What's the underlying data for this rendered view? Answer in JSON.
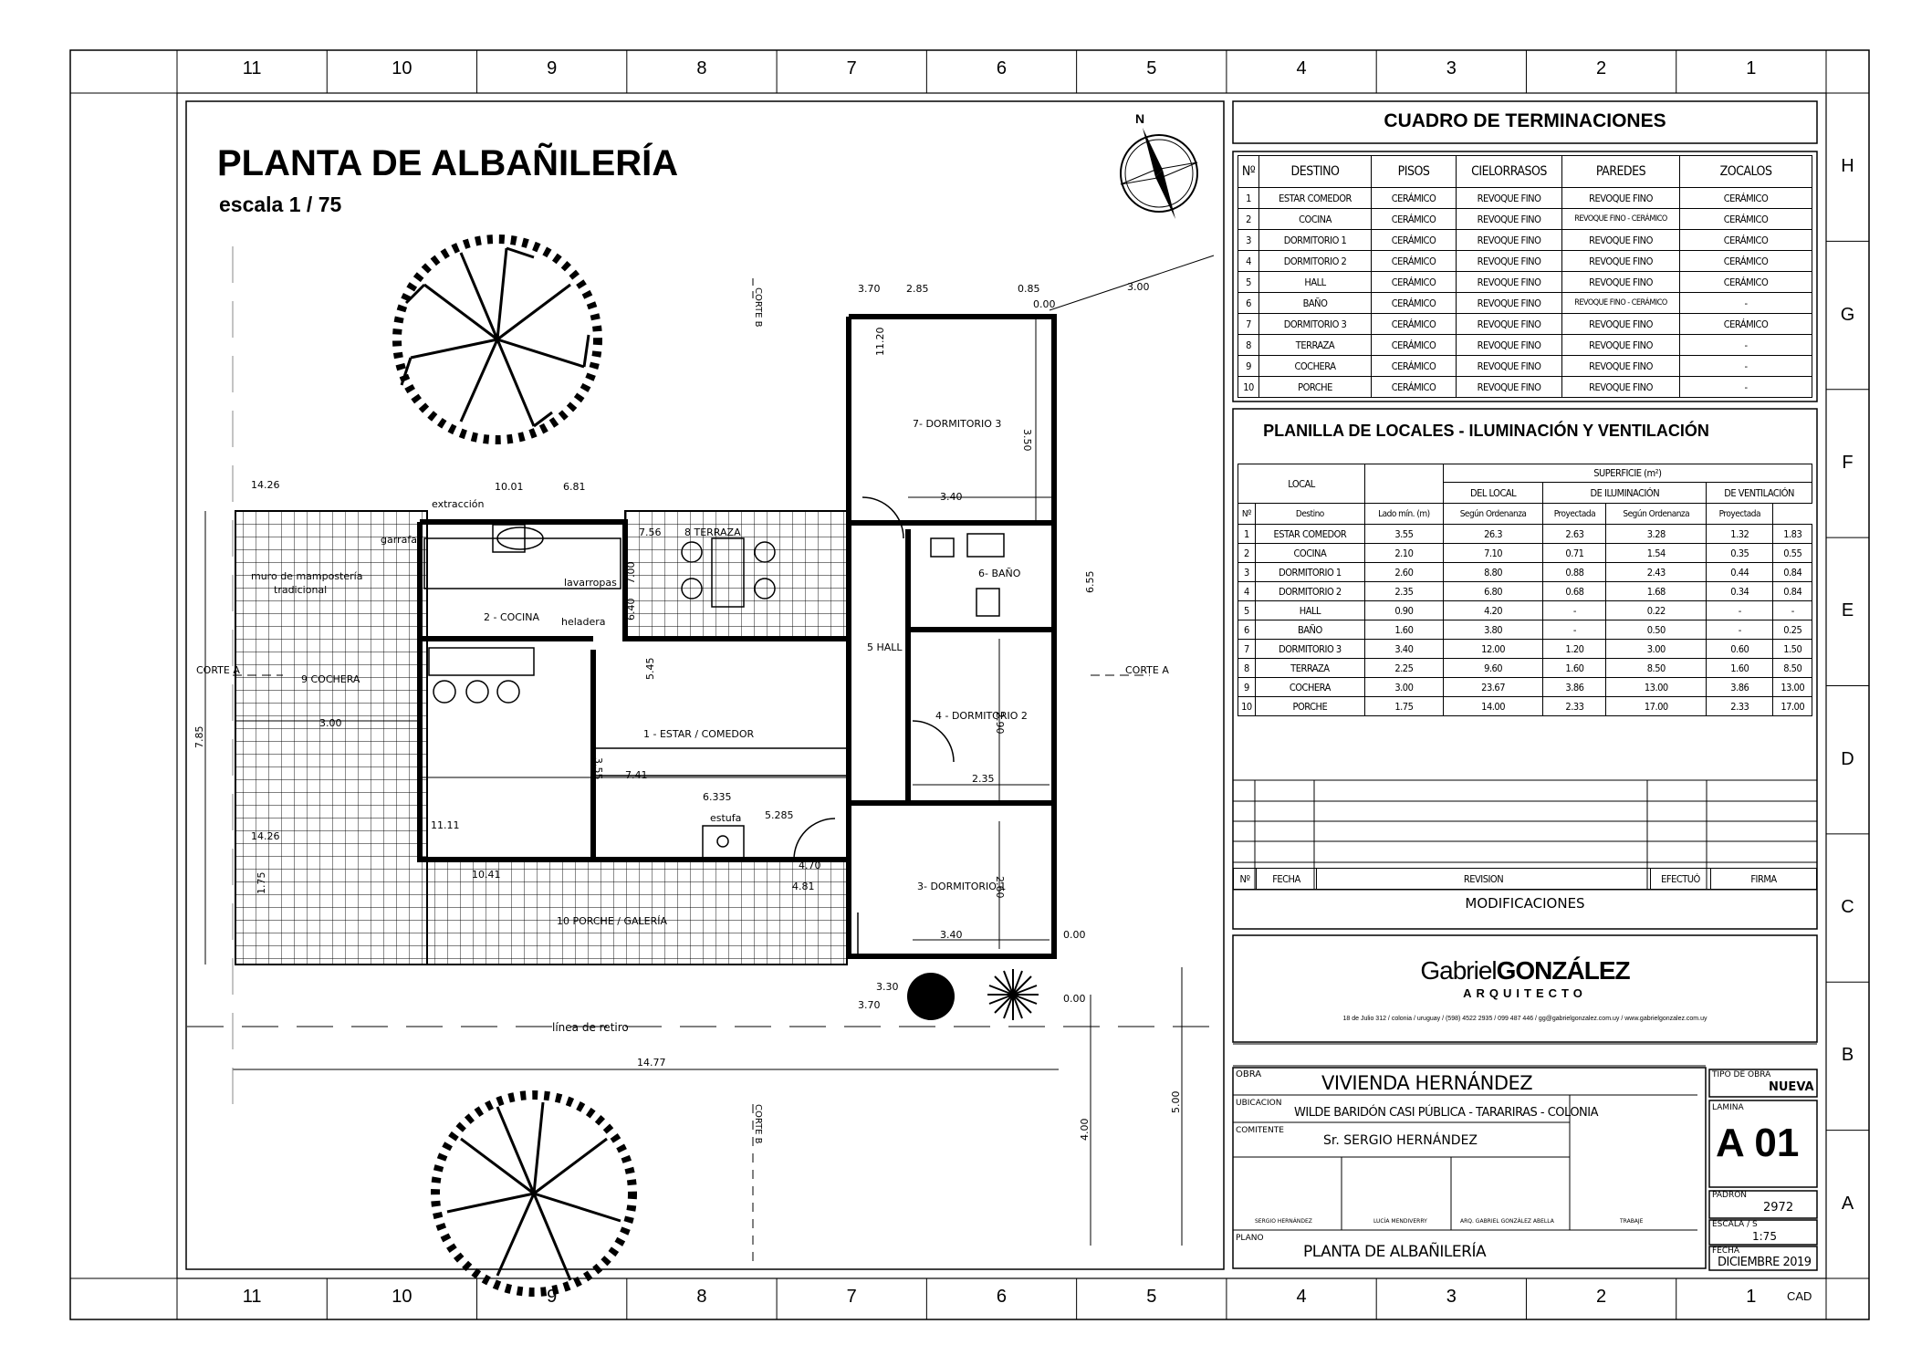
{
  "plan": {
    "title": "PLANTA DE ALBAÑILERÍA",
    "scale": "escala 1 / 75",
    "rooms": [
      {
        "label": "1 - ESTAR / COMEDOR"
      },
      {
        "label": "2 - COCINA"
      },
      {
        "label": "3- DORMITORIO 1"
      },
      {
        "label": "4 - DORMITORIO 2"
      },
      {
        "label": "5 HALL"
      },
      {
        "label": "6- BAÑO"
      },
      {
        "label": "7- DORMITORIO 3"
      },
      {
        "label": "8 TERRAZA"
      },
      {
        "label": "9 COCHERA"
      },
      {
        "label": "10 PORCHE / GALERÍA"
      }
    ],
    "notes": {
      "extraccion": "extracción",
      "garrafa": "garrafa",
      "muro": "muro de mampostería",
      "tradicional": "tradicional",
      "lavarropas": "lavarropas",
      "heladera": "heladera",
      "estufa": "estufa",
      "linea_retiro": "línea de retiro",
      "corte_a": "CORTE A",
      "corte_b": "CORTE B"
    },
    "dims": {
      "d1477": "14.77",
      "d785": "7.85",
      "d741": "7.41",
      "d300": "3.00",
      "d340": "3.40",
      "d235": "2.35",
      "d350": "3.50",
      "d290": "2.90",
      "d260": "2.60",
      "d355": "3.55",
      "d400": "4.00",
      "d500": "5.00",
      "d1426": "14.26",
      "d1001": "10.01",
      "d681": "6.81",
      "d756": "7.56",
      "d700": "7.00",
      "d640": "6.40",
      "d1111": "11.11",
      "d6335": "6.335",
      "d5285": "5.285",
      "d1041": "10.41",
      "d470": "4.70",
      "d481": "4.81",
      "d370": "3.70",
      "d285": "2.85",
      "d085": "0.85",
      "d000": "0.00",
      "d330": "3.30",
      "d1120": "11.20",
      "d655": "6.55",
      "d545": "5.45",
      "d175": "1.75",
      "d600": "3.00"
    }
  },
  "grid": {
    "cols": [
      "11",
      "10",
      "9",
      "8",
      "7",
      "6",
      "5",
      "4",
      "3",
      "2",
      "1"
    ],
    "rows": [
      "H",
      "G",
      "F",
      "E",
      "D",
      "C",
      "B",
      "A"
    ],
    "cad": "CAD"
  },
  "terminaciones": {
    "title": "CUADRO DE TERMINACIONES",
    "headers": [
      "Nº",
      "DESTINO",
      "PISOS",
      "CIELORRASOS",
      "PAREDES",
      "ZOCALOS"
    ],
    "rows": [
      [
        "1",
        "ESTAR COMEDOR",
        "CERÁMICO",
        "REVOQUE FINO",
        "REVOQUE FINO",
        "CERÁMICO"
      ],
      [
        "2",
        "COCINA",
        "CERÁMICO",
        "REVOQUE FINO",
        "REVOQUE FINO - CERÁMICO",
        "CERÁMICO"
      ],
      [
        "3",
        "DORMITORIO 1",
        "CERÁMICO",
        "REVOQUE FINO",
        "REVOQUE FINO",
        "CERÁMICO"
      ],
      [
        "4",
        "DORMITORIO 2",
        "CERÁMICO",
        "REVOQUE FINO",
        "REVOQUE FINO",
        "CERÁMICO"
      ],
      [
        "5",
        "HALL",
        "CERÁMICO",
        "REVOQUE FINO",
        "REVOQUE FINO",
        "CERÁMICO"
      ],
      [
        "6",
        "BAÑO",
        "CERÁMICO",
        "REVOQUE FINO",
        "REVOQUE FINO - CERÁMICO",
        "-"
      ],
      [
        "7",
        "DORMITORIO 3",
        "CERÁMICO",
        "REVOQUE FINO",
        "REVOQUE FINO",
        "CERÁMICO"
      ],
      [
        "8",
        "TERRAZA",
        "CERÁMICO",
        "REVOQUE FINO",
        "REVOQUE FINO",
        "-"
      ],
      [
        "9",
        "COCHERA",
        "CERÁMICO",
        "REVOQUE FINO",
        "REVOQUE FINO",
        "-"
      ],
      [
        "10",
        "PORCHE",
        "CERÁMICO",
        "REVOQUE FINO",
        "REVOQUE FINO",
        "-"
      ]
    ]
  },
  "locales": {
    "title": "PLANILLA DE LOCALES - ILUMINACIÓN Y VENTILACIÓN",
    "h_local": "LOCAL",
    "h_superficie": "SUPERFICIE (m²)",
    "h_del_local": "DEL LOCAL",
    "h_ilum": "DE ILUMINACIÓN",
    "h_vent": "DE VENTILACIÓN",
    "subheaders": [
      "Nº",
      "Destino",
      "Lado mín. (m)",
      "Según Ordenanza",
      "Proyectada",
      "Según Ordenanza",
      "Proyectada"
    ],
    "rows": [
      [
        "1",
        "ESTAR COMEDOR",
        "3.55",
        "26.3",
        "2.63",
        "3.28",
        "1.32",
        "1.83"
      ],
      [
        "2",
        "COCINA",
        "2.10",
        "7.10",
        "0.71",
        "1.54",
        "0.35",
        "0.55"
      ],
      [
        "3",
        "DORMITORIO 1",
        "2.60",
        "8.80",
        "0.88",
        "2.43",
        "0.44",
        "0.84"
      ],
      [
        "4",
        "DORMITORIO 2",
        "2.35",
        "6.80",
        "0.68",
        "1.68",
        "0.34",
        "0.84"
      ],
      [
        "5",
        "HALL",
        "0.90",
        "4.20",
        "-",
        "0.22",
        "-",
        "-"
      ],
      [
        "6",
        "BAÑO",
        "1.60",
        "3.80",
        "-",
        "0.50",
        "-",
        "0.25"
      ],
      [
        "7",
        "DORMITORIO 3",
        "3.40",
        "12.00",
        "1.20",
        "3.00",
        "0.60",
        "1.50"
      ],
      [
        "8",
        "TERRAZA",
        "2.25",
        "9.60",
        "1.60",
        "8.50",
        "1.60",
        "8.50"
      ],
      [
        "9",
        "COCHERA",
        "3.00",
        "23.67",
        "3.86",
        "13.00",
        "3.86",
        "13.00"
      ],
      [
        "10",
        "PORCHE",
        "1.75",
        "14.00",
        "2.33",
        "17.00",
        "2.33",
        "17.00"
      ]
    ]
  },
  "modificaciones": {
    "headers": [
      "Nº",
      "FECHA",
      "REVISION",
      "EFECTUÓ",
      "FIRMA"
    ],
    "title": "MODIFICACIONES"
  },
  "brand": {
    "name_light": "Gabriel",
    "name_bold": "GONZÁLEZ",
    "role": "ARQUITECTO",
    "contact": "18 de Julio 312 / colonia / uruguay / (598) 4522 2935 / 099 487 446 / gg@gabrielgonzalez.com.uy / www.gabrielgonzalez.com.uy"
  },
  "titleblock": {
    "obra_label": "OBRA",
    "obra": "VIVIENDA HERNÁNDEZ",
    "tipo_label": "TIPO DE OBRA",
    "tipo": "NUEVA",
    "ubic_label": "UBICACION",
    "ubic": "WILDE BARIDÓN CASI PÚBLICA - TARARIRAS - COLONIA",
    "comit_label": "COMITENTE",
    "comit": "Sr. SERGIO HERNÁNDEZ",
    "lamina_label": "LAMINA",
    "lamina": "A 01",
    "sign1": "SERGIO HERNÁNDEZ",
    "sign2": "LUCÍA MENDIVERRY",
    "sign3": "ARQ. GABRIEL GONZÁLEZ ABELLA",
    "sign4": "TRABAJE",
    "padron_label": "PADRON",
    "padron": "2972",
    "escala_label": "ESCALA / S",
    "escala": "1:75",
    "plano_label": "PLANO",
    "plano": "PLANTA DE ALBAÑILERÍA",
    "fecha_label": "FECHA",
    "fecha": "DICIEMBRE 2019"
  }
}
